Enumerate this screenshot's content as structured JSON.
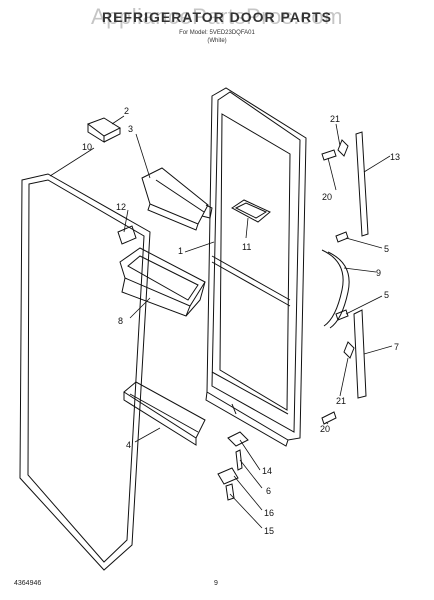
{
  "header": {
    "title": "REFRIGERATOR DOOR PARTS",
    "watermark": "AppliancePartsPros.com",
    "line2": "For Model: 5VED23DQFA01",
    "line3": "(White)"
  },
  "footer": {
    "code": "4364946",
    "page": "9"
  },
  "callouts": [
    "1",
    "2",
    "3",
    "4",
    "5",
    "5",
    "6",
    "7",
    "8",
    "9",
    "10",
    "11",
    "12",
    "13",
    "14",
    "15",
    "16",
    "20",
    "20",
    "21",
    "21"
  ],
  "colors": {
    "line": "#111111",
    "background": "#ffffff"
  }
}
